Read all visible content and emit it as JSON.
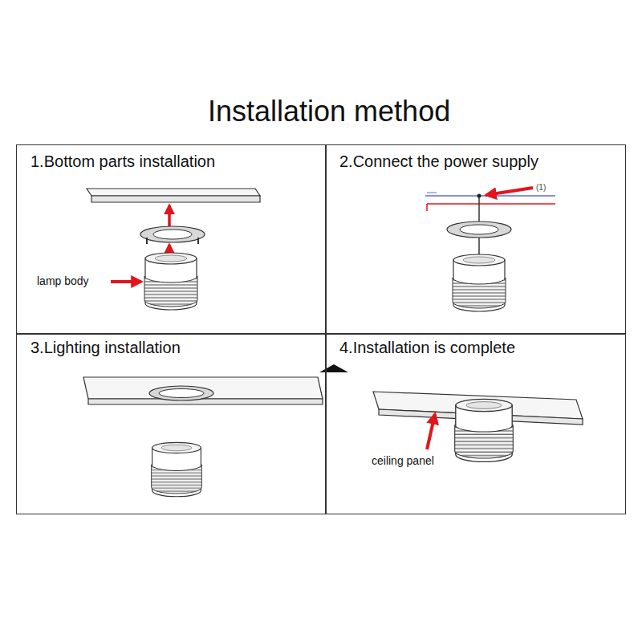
{
  "diagram": {
    "title": "Installation method",
    "nodes": [
      {
        "text": [
          "1.Bottom parts installation"
        ]
      },
      {
        "text": [
          "2.Connect the power supply"
        ]
      },
      {
        "text": [
          "3.Lighting installation"
        ]
      },
      {
        "text": [
          "4.Installation is complete"
        ]
      }
    ],
    "labels": [
      "lamp body",
      "(1)",
      "ceiling panel"
    ]
  }
}
